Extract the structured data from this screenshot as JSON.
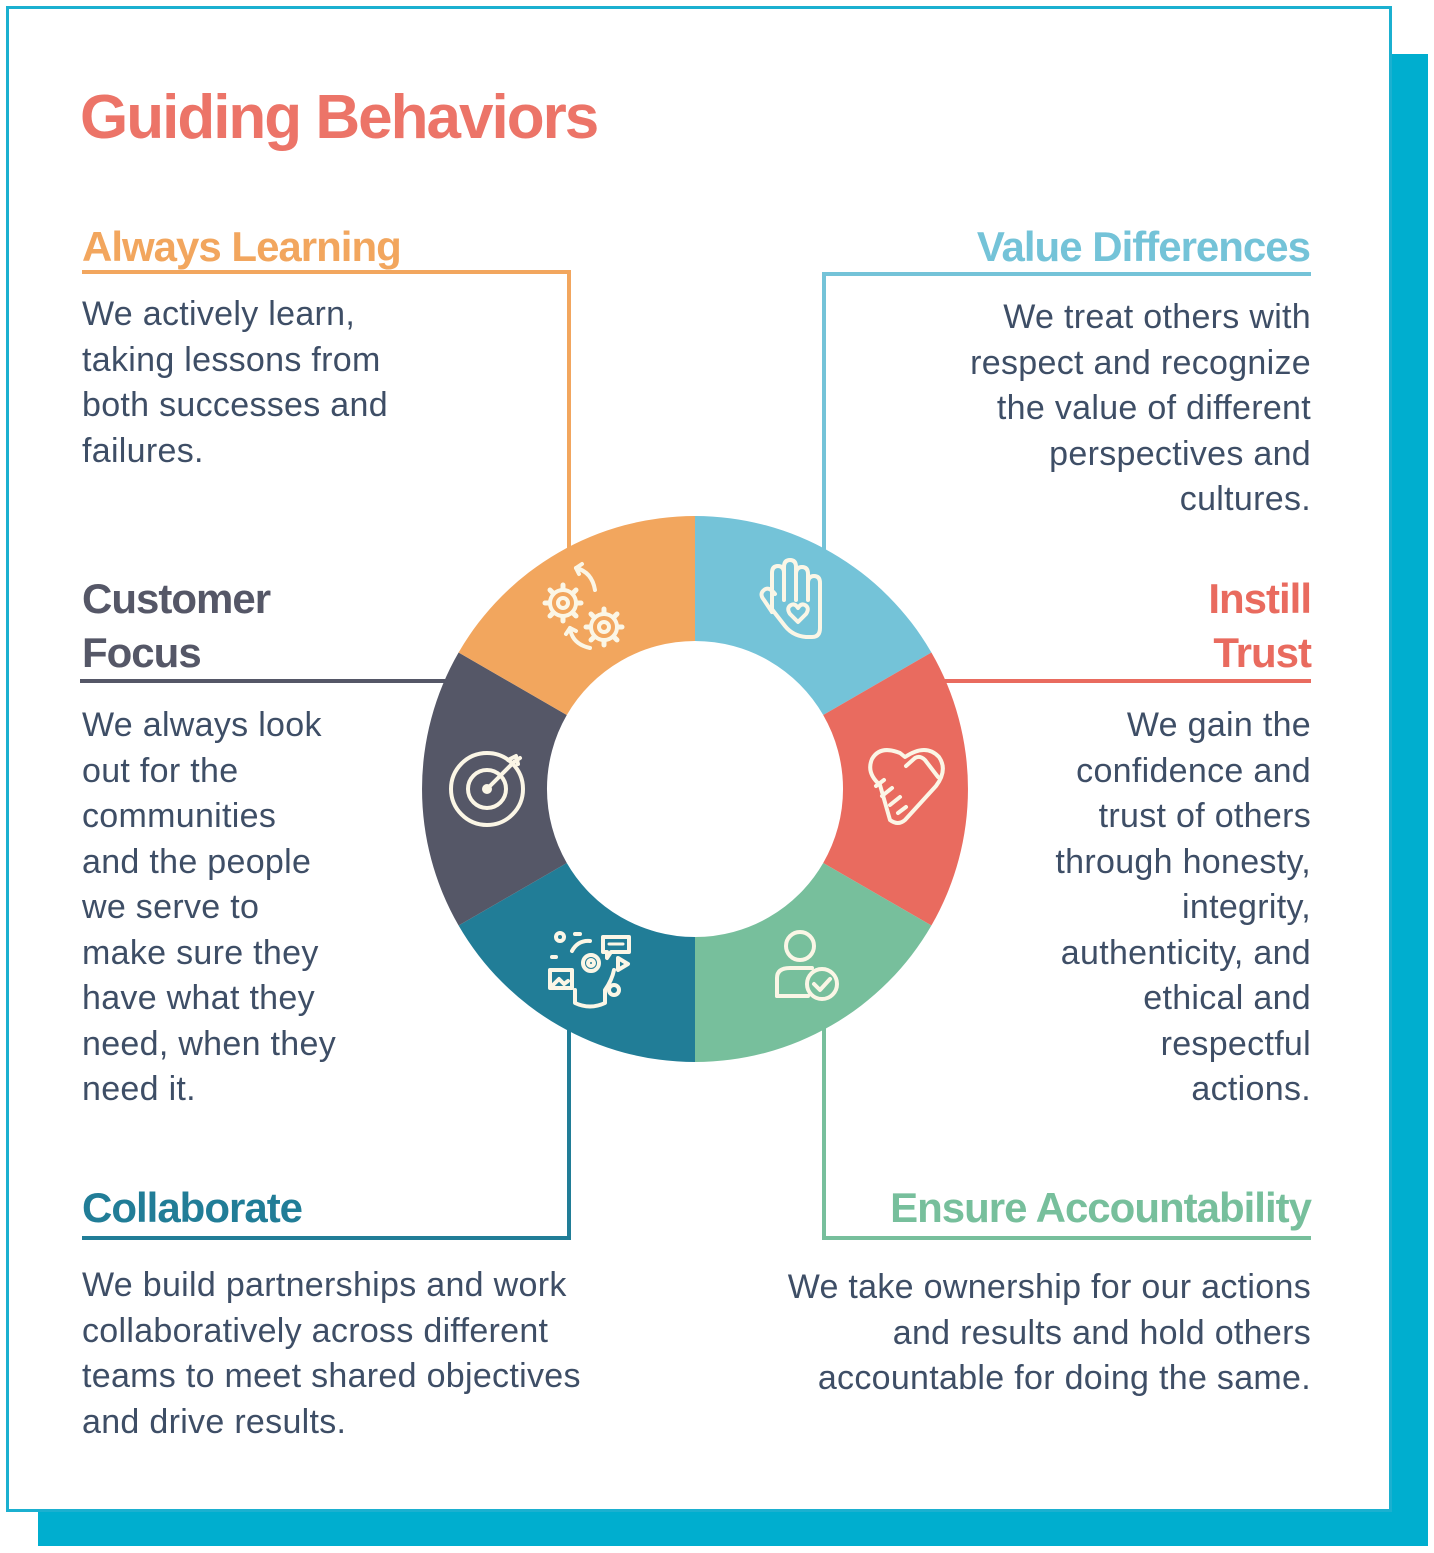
{
  "title": "Guiding Behaviors",
  "colors": {
    "title": "#EC7468",
    "frame": "#00AECF",
    "body_text": "#3E4E66",
    "always_learning": "#F2A65E",
    "value_differences": "#74C3D8",
    "instill_trust": "#E96B5F",
    "ensure_accountability": "#77BF9C",
    "collaborate": "#217D97",
    "customer_focus": "#555767"
  },
  "behaviors": {
    "always_learning": {
      "heading": "Always Learning",
      "text": [
        "We actively learn,",
        "taking lessons from",
        "both successes and",
        "failures."
      ],
      "icon": "gears-cycle-icon"
    },
    "value_differences": {
      "heading": "Value Differences",
      "text": [
        "We treat others with",
        "respect and recognize",
        "the value of different",
        "perspectives and",
        "cultures."
      ],
      "icon": "hand-heart-icon"
    },
    "customer_focus": {
      "heading": [
        "Customer",
        "Focus"
      ],
      "text": [
        "We always look",
        "out for the",
        "communities",
        "and the people",
        "we serve to",
        "make sure they",
        "have what they",
        "need, when they",
        "need it."
      ],
      "icon": "target-icon"
    },
    "instill_trust": {
      "heading": [
        "Instill",
        "Trust"
      ],
      "text": [
        "We gain the",
        "confidence and",
        "trust of others",
        "through honesty,",
        "integrity,",
        "authenticity, and",
        "ethical and",
        "respectful",
        "actions."
      ],
      "icon": "handshake-heart-icon"
    },
    "collaborate": {
      "heading": "Collaborate",
      "text": [
        "We build partnerships and work",
        "collaboratively across different",
        "teams to meet shared objectives",
        "and drive results."
      ],
      "icon": "idea-collaboration-icon"
    },
    "ensure_accountability": {
      "heading": "Ensure Accountability",
      "text": [
        "We take ownership for our actions",
        "and results and hold others",
        "accountable for doing the same."
      ],
      "icon": "user-check-icon"
    }
  }
}
